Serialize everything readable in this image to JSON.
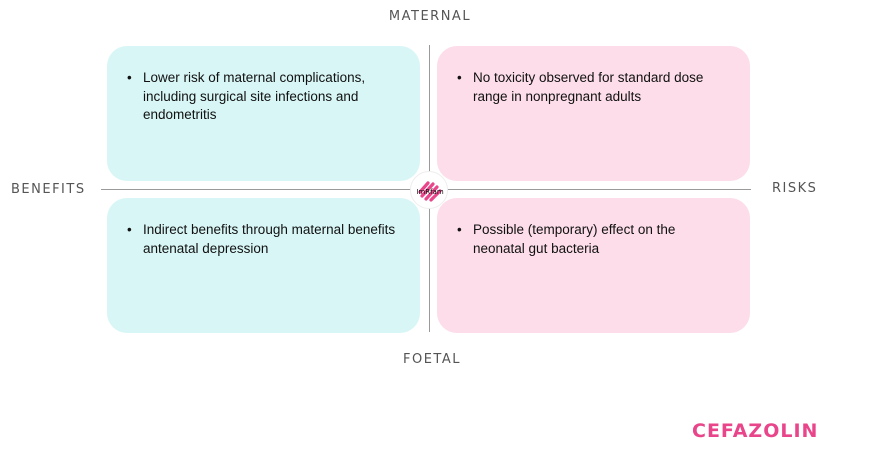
{
  "axes": {
    "top": "MATERNAL",
    "bottom": "FOETAL",
    "left": "BENEFITS",
    "right": "RISKS"
  },
  "quadrants": {
    "maternal_benefits": [
      "Lower risk of maternal complications, including surgical site infections and endometritis"
    ],
    "maternal_risks": [
      "No toxicity observed for standard dose range in nonpregnant adults"
    ],
    "foetal_benefits": [
      "Indirect benefits through maternal benefits antenatal depression"
    ],
    "foetal_risks": [
      "Possible (temporary) effect on the neonatal gut bacteria"
    ]
  },
  "logo": {
    "icon": "brush-logo-icon",
    "text": "ImRfam",
    "color": "#e8458a"
  },
  "title": "CEFAZOLIN",
  "colors": {
    "benefit_fill": "#d8f6f6",
    "risk_fill": "#fcdde9",
    "accent": "#e8458a",
    "axis_line": "#9a9a9a",
    "axis_label": "#555555"
  }
}
